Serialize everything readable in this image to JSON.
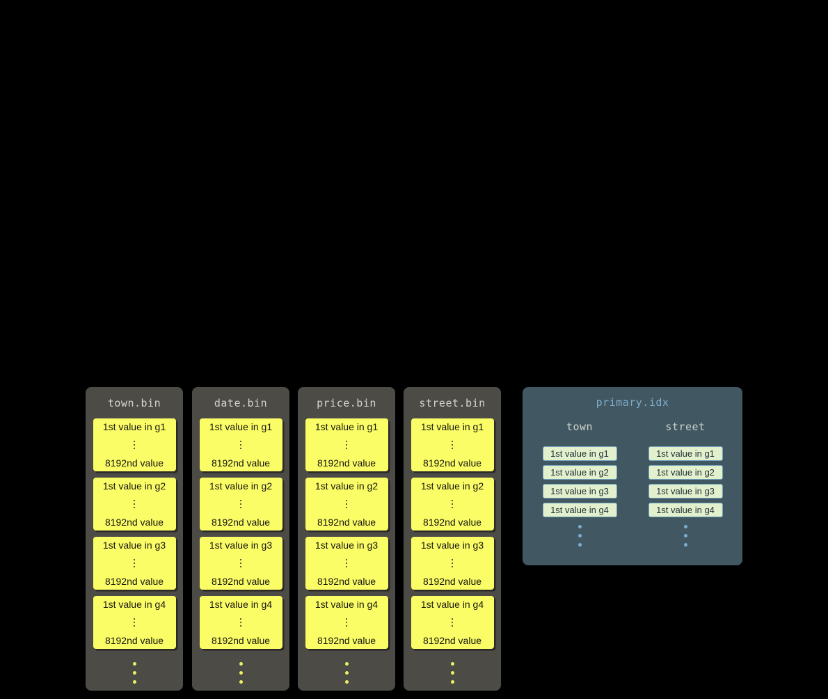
{
  "bin_files": [
    {
      "title": "town.bin",
      "granules": [
        {
          "first": "1st value in g1",
          "last": "8192nd value"
        },
        {
          "first": "1st value in g2",
          "last": "8192nd value"
        },
        {
          "first": "1st value in g3",
          "last": "8192nd value"
        },
        {
          "first": "1st value in g4",
          "last": "8192nd value"
        }
      ]
    },
    {
      "title": "date.bin",
      "granules": [
        {
          "first": "1st value in g1",
          "last": "8192nd value"
        },
        {
          "first": "1st value in g2",
          "last": "8192nd value"
        },
        {
          "first": "1st value in g3",
          "last": "8192nd value"
        },
        {
          "first": "1st value in g4",
          "last": "8192nd value"
        }
      ]
    },
    {
      "title": "price.bin",
      "granules": [
        {
          "first": "1st value in g1",
          "last": "8192nd value"
        },
        {
          "first": "1st value in g2",
          "last": "8192nd value"
        },
        {
          "first": "1st value in g3",
          "last": "8192nd value"
        },
        {
          "first": "1st value in g4",
          "last": "8192nd value"
        }
      ]
    },
    {
      "title": "street.bin",
      "granules": [
        {
          "first": "1st value in g1",
          "last": "8192nd value"
        },
        {
          "first": "1st value in g2",
          "last": "8192nd value"
        },
        {
          "first": "1st value in g3",
          "last": "8192nd value"
        },
        {
          "first": "1st value in g4",
          "last": "8192nd value"
        }
      ]
    }
  ],
  "primary_index": {
    "title": "primary.idx",
    "columns": [
      {
        "label": "town",
        "entries": [
          "1st value in g1",
          "1st value in g2",
          "1st value in g3",
          "1st value in g4"
        ]
      },
      {
        "label": "street",
        "entries": [
          "1st value in g1",
          "1st value in g2",
          "1st value in g3",
          "1st value in g4"
        ]
      }
    ]
  },
  "colors": {
    "background": "#000000",
    "bin_card": "#4c4b46",
    "granule_fill": "#fbfd66",
    "index_card": "#415761",
    "index_accent": "#7eaecd",
    "index_entry_fill": "#e2f0cd"
  }
}
